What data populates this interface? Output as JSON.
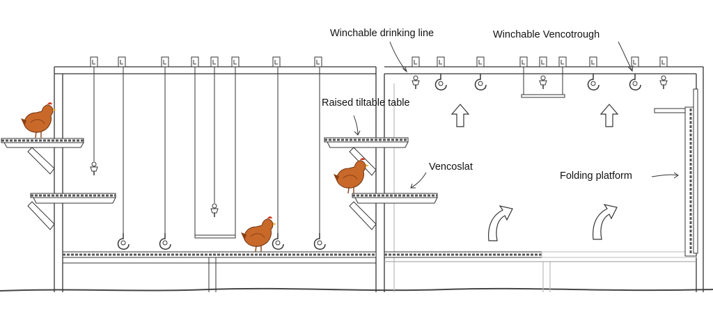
{
  "labels": {
    "drinking_line": "Winchable drinking line",
    "vencotrough": "Winchable Vencotrough",
    "tiltable_table": "Raised tiltable table",
    "vencoslat": "Vencoslat",
    "folding_platform": "Folding platform"
  },
  "colors": {
    "line": "#333333",
    "hen_body": "#c8692a",
    "hen_dark": "#8a3f12",
    "comb": "#d23a22",
    "slat": "#555555",
    "ground": "#444444"
  },
  "icons": [
    "hen",
    "winch-hook",
    "nipple-drinker",
    "trough",
    "up-arrow",
    "curved-arrow"
  ]
}
